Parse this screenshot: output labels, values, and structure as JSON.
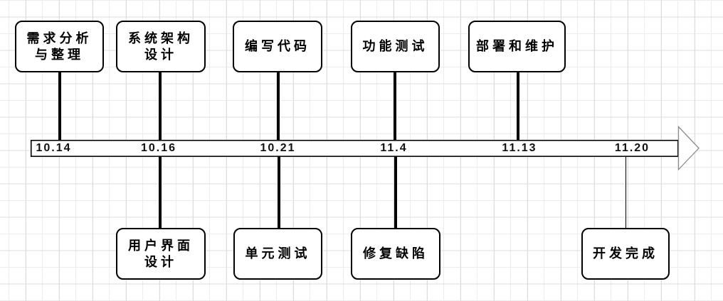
{
  "diagram": {
    "type": "timeline",
    "title": "",
    "milestones": [
      {
        "date": "10.14",
        "above": "需求分析\n与整理",
        "below": ""
      },
      {
        "date": "10.16",
        "above": "系统架构\n设计",
        "below": "用户界面\n设计"
      },
      {
        "date": "10.21",
        "above": "编写代码",
        "below": "单元测试"
      },
      {
        "date": "11.4",
        "above": "功能测试",
        "below": "修复缺陷"
      },
      {
        "date": "11.13",
        "above": "部署和维护",
        "below": ""
      },
      {
        "date": "11.20",
        "above": "",
        "below": "开发完成"
      }
    ]
  },
  "colors": {
    "box_fill": "#ffffff",
    "box_border": "#000000",
    "connector": "#000000",
    "timeline_fill": "#ffffff",
    "timeline_border": "#000000",
    "arrowhead_border": "#8c8c8c",
    "date_text": "#111111",
    "grid_minor": "#ececec",
    "grid_major": "#dcdcdc"
  }
}
